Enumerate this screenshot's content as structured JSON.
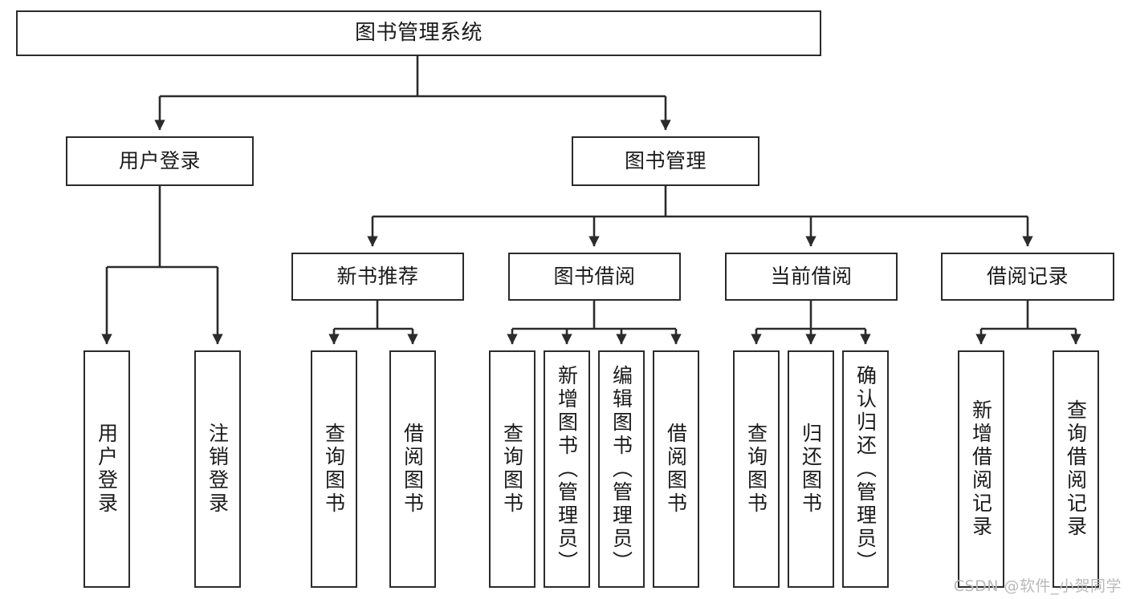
{
  "diagram": {
    "title": "图书管理系统",
    "watermark": "CSDN @软件_小贺同学",
    "colors": {
      "stroke": "#2b2b2b",
      "fill": "#ffffff",
      "text": "#1a1a1a",
      "watermark": "#b9b9b9"
    },
    "nodes": {
      "root": {
        "label": "图书管理系统"
      },
      "level2": [
        {
          "id": "user-login",
          "label": "用户登录"
        },
        {
          "id": "book-management",
          "label": "图书管理"
        }
      ],
      "level3": [
        {
          "id": "new-book-recommend",
          "label": "新书推荐"
        },
        {
          "id": "book-borrow",
          "label": "图书借阅"
        },
        {
          "id": "current-borrow",
          "label": "当前借阅"
        },
        {
          "id": "borrow-record",
          "label": "借阅记录"
        }
      ],
      "leaves": {
        "user_login": [
          {
            "id": "leaf-user-login",
            "label": "用户登录"
          },
          {
            "id": "leaf-logout",
            "label": "注销登录"
          }
        ],
        "new_book_recommend": [
          {
            "id": "leaf-query-book-1",
            "label": "查询图书"
          },
          {
            "id": "leaf-borrow-book-1",
            "label": "借阅图书"
          }
        ],
        "book_borrow": [
          {
            "id": "leaf-query-book-2",
            "label": "查询图书"
          },
          {
            "id": "leaf-add-book",
            "label": "新增图书（管理员）"
          },
          {
            "id": "leaf-edit-book",
            "label": "编辑图书（管理员）"
          },
          {
            "id": "leaf-borrow-book-2",
            "label": "借阅图书"
          }
        ],
        "current_borrow": [
          {
            "id": "leaf-query-book-3",
            "label": "查询图书"
          },
          {
            "id": "leaf-return-book",
            "label": "归还图书"
          },
          {
            "id": "leaf-confirm-return",
            "label": "确认归还（管理员）"
          }
        ],
        "borrow_record": [
          {
            "id": "leaf-add-record",
            "label": "新增借阅记录"
          },
          {
            "id": "leaf-query-record",
            "label": "查询借阅记录"
          }
        ]
      }
    }
  }
}
